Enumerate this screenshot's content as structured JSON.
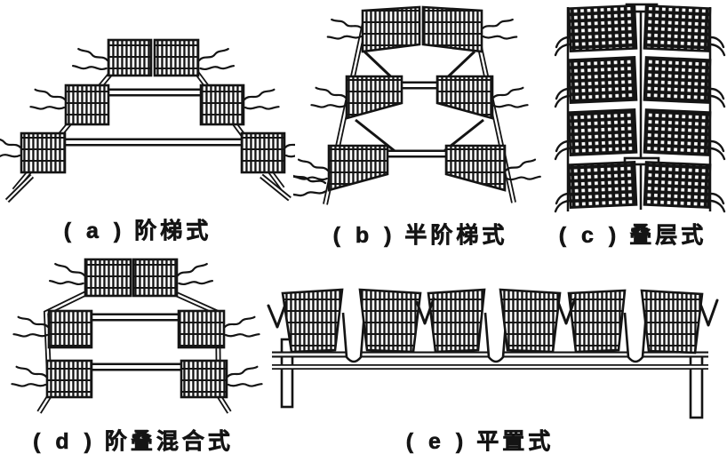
{
  "page": {
    "background": "#ffffff",
    "ink": "#141414",
    "description_visible_text_only": ""
  },
  "panels": [
    {
      "id": "a",
      "label": "( a )",
      "title": "阶梯式"
    },
    {
      "id": "b",
      "label": "( b )",
      "title": "半阶梯式"
    },
    {
      "id": "c",
      "label": "( c )",
      "title": "叠层式"
    },
    {
      "id": "d",
      "label": "( d )",
      "title": "阶叠混合式"
    },
    {
      "id": "e",
      "label": "( e )",
      "title": "平置式"
    }
  ]
}
